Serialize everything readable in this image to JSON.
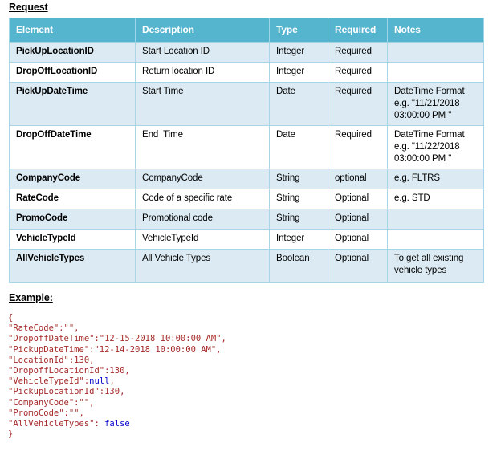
{
  "document": {
    "request_heading": "Request",
    "example_heading": "Example:"
  },
  "table": {
    "columns": [
      "Element",
      "Description",
      "Type",
      "Required",
      "Notes"
    ],
    "rows": [
      {
        "element": "PickUpLocationID",
        "description": "Start Location ID",
        "type": "Integer",
        "required": "Required",
        "notes": ""
      },
      {
        "element": "DropOffLocationID",
        "description": "Return location ID",
        "type": "Integer",
        "required": "Required",
        "notes": ""
      },
      {
        "element": "PickUpDateTime",
        "description": "Start Time",
        "type": "Date",
        "required": "Required",
        "notes": "DateTime Format e.g. \"11/21/2018 03:00:00 PM \""
      },
      {
        "element": "DropOffDateTime",
        "description": "End  Time",
        "type": "Date",
        "required": "Required",
        "notes": "DateTime Format e.g. \"11/22/2018 03:00:00 PM \""
      },
      {
        "element": "CompanyCode",
        "description": "CompanyCode",
        "type": "String",
        "required": "optional",
        "notes": "e.g. FLTRS"
      },
      {
        "element": "RateCode",
        "description": "Code of a specific rate",
        "type": "String",
        "required": "Optional",
        "notes": "e.g. STD"
      },
      {
        "element": "PromoCode",
        "description": "Promotional code",
        "type": "String",
        "required": "Optional",
        "notes": ""
      },
      {
        "element": "VehicleTypeId",
        "description": "VehicleTypeId",
        "type": "Integer",
        "required": "Optional",
        "notes": ""
      },
      {
        "element": "AllVehicleTypes",
        "description": "All Vehicle Types",
        "type": "Boolean",
        "required": "Optional",
        "notes": "To get all existing vehicle types"
      }
    ]
  },
  "example_code": {
    "lines": [
      {
        "text": "{"
      },
      {
        "text": "\"RateCode\":\"\","
      },
      {
        "text": "\"DropoffDateTime\":\"12-15-2018 10:00:00 AM\","
      },
      {
        "text": "\"PickupDateTime\":\"12-14-2018 10:00:00 AM\","
      },
      {
        "text": "\"LocationId\":130,"
      },
      {
        "text": "\"DropoffLocationId\":130,"
      },
      {
        "text": "\"VehicleTypeId\":",
        "literal": "null",
        "after": ","
      },
      {
        "text": "\"PickupLocationId\":130,"
      },
      {
        "text": "\"CompanyCode\":\"\","
      },
      {
        "text": "\"PromoCode\":\"\","
      },
      {
        "text": "\"AllVehicleTypes\": ",
        "literal": "false",
        "after": ""
      },
      {
        "text": "}"
      }
    ]
  },
  "colors": {
    "table_header_bg": "#55B4CE",
    "table_row_shade": "#DCEBF3",
    "table_border": "#A8D6E6",
    "code_string": "#A52A2A",
    "code_literal": "#0000CD"
  }
}
